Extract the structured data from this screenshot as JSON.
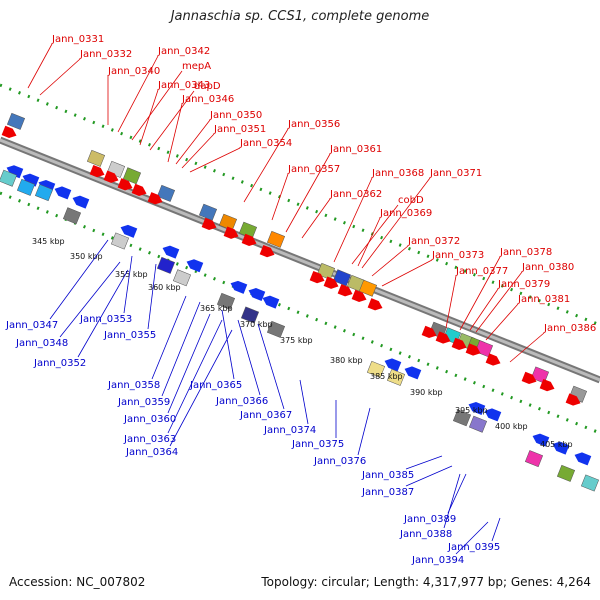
{
  "title": "Jannaschia sp. CCS1, complete genome",
  "footer": {
    "accession": "Accession: NC_007802",
    "stats": "Topology: circular; Length: 4,317,977 bp; Genes: 4,264"
  },
  "colors": {
    "forward_label": "#dd0000",
    "reverse_label": "#0000cc",
    "backbone": "#999999",
    "track_dots": "#229922"
  },
  "ticks": [
    {
      "label": "345 kbp"
    },
    {
      "label": "350 kbp"
    },
    {
      "label": "355 kbp"
    },
    {
      "label": "360 kbp"
    },
    {
      "label": "365 kbp"
    },
    {
      "label": "370 kbp"
    },
    {
      "label": "375 kbp"
    },
    {
      "label": "380 kbp"
    },
    {
      "label": "385 kbp"
    },
    {
      "label": "390 kbp"
    },
    {
      "label": "395 kbp"
    },
    {
      "label": "400 kbp"
    },
    {
      "label": "405 kbp"
    }
  ],
  "forward_genes": [
    "Jann_0331",
    "Jann_0332",
    "Jann_0340",
    "Jann_0342",
    "mepA",
    "Jann_0343",
    "dapD",
    "Jann_0346",
    "Jann_0350",
    "Jann_0351",
    "Jann_0354",
    "Jann_0356",
    "Jann_0357",
    "Jann_0361",
    "Jann_0362",
    "Jann_0368",
    "cobD",
    "Jann_0371",
    "Jann_0369",
    "Jann_0372",
    "Jann_0373",
    "Jann_0378",
    "Jann_0377",
    "Jann_0380",
    "Jann_0379",
    "Jann_0381",
    "Jann_0386"
  ],
  "reverse_genes": [
    "Jann_0347",
    "Jann_0353",
    "Jann_0348",
    "Jann_0355",
    "Jann_0352",
    "Jann_0358",
    "Jann_0359",
    "Jann_0365",
    "Jann_0360",
    "Jann_0366",
    "Jann_0367",
    "Jann_0363",
    "Jann_0364",
    "Jann_0374",
    "Jann_0375",
    "Jann_0376",
    "Jann_0385",
    "Jann_0387",
    "Jann_0389",
    "Jann_0388",
    "Jann_0395",
    "Jann_0394"
  ]
}
